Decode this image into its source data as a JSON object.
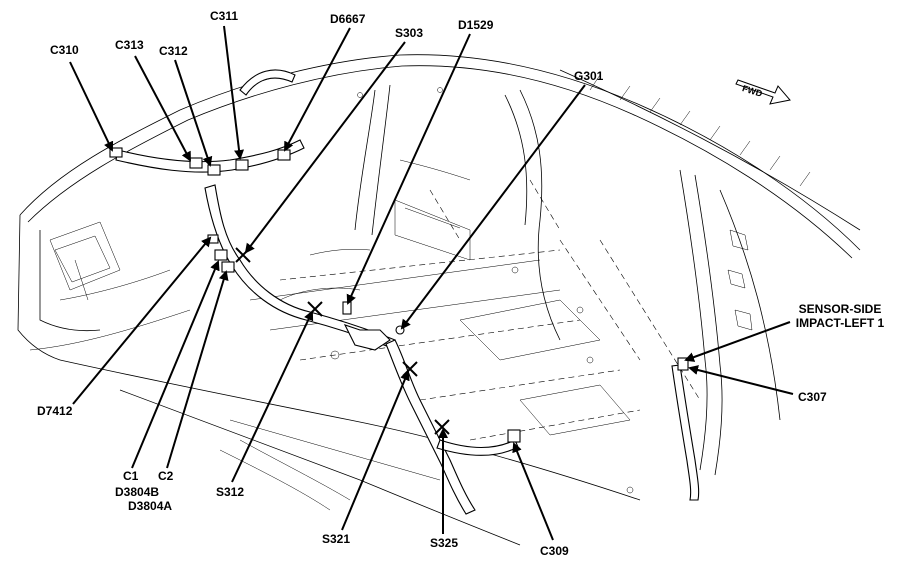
{
  "labels": {
    "c310": "C310",
    "c313": "C313",
    "c312": "C312",
    "c311": "C311",
    "d6667": "D6667",
    "s303": "S303",
    "d1529": "D1529",
    "g301": "G301",
    "fwd": "FWD",
    "sensor_line1": "SENSOR-SIDE",
    "sensor_line2": "IMPACT-LEFT 1",
    "c307": "C307",
    "d7412": "D7412",
    "c1": "C1",
    "c2": "C2",
    "d3804b": "D3804B",
    "d3804a": "D3804A",
    "s312": "S312",
    "s321": "S321",
    "s325": "S325",
    "c309": "C309"
  }
}
